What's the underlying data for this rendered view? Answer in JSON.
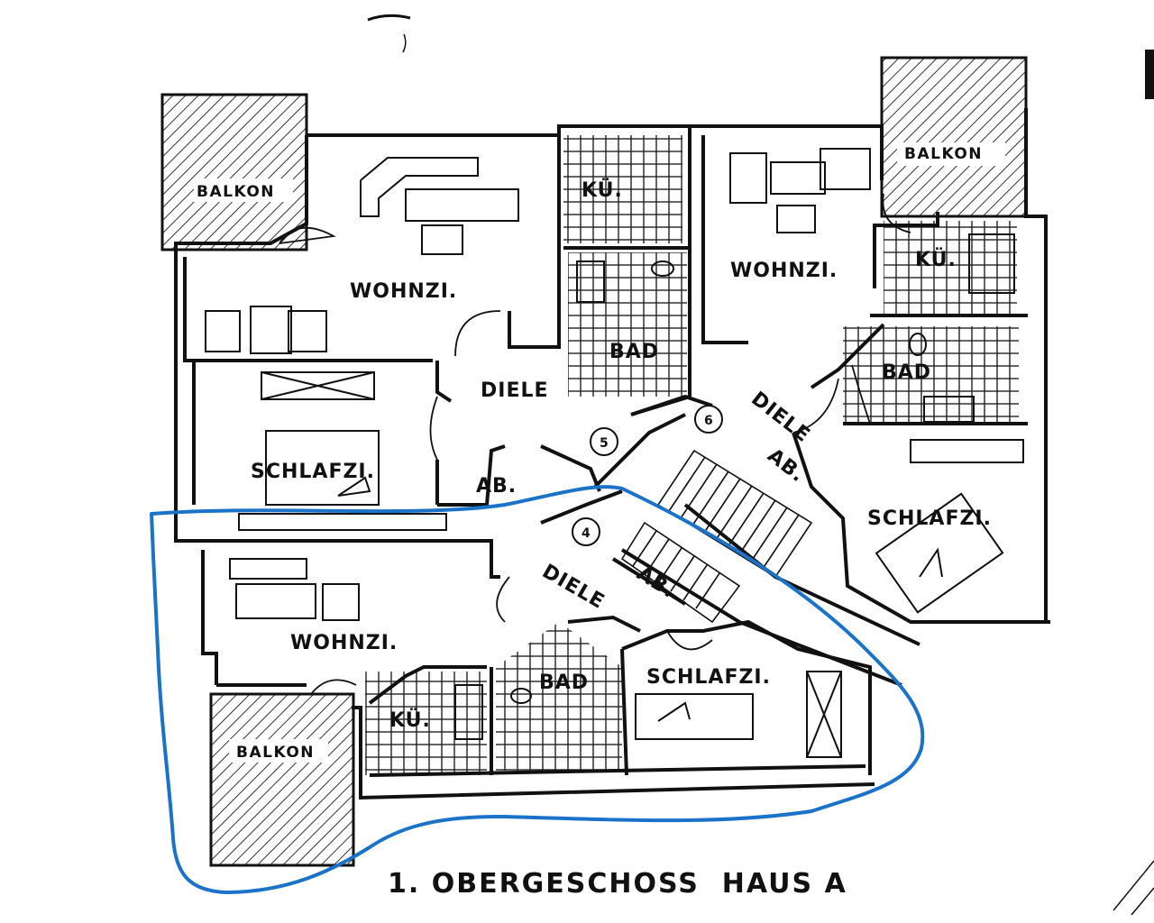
{
  "title": "1. OBERGESCHOSS  HAUS A",
  "rooms": {
    "balkon_nw": "BALKON",
    "balkon_ne": "BALKON",
    "balkon_sw": "BALKON",
    "wohnzi_1": "WOHNZI.",
    "wohnzi_2": "WOHNZI.",
    "wohnzi_3": "WOHNZI.",
    "kue_1": "KÜ.",
    "kue_2": "KÜ.",
    "kue_3": "KÜ.",
    "bad_1": "BAD",
    "bad_2": "BAD",
    "bad_3": "BAD",
    "diele_1": "DIELE",
    "diele_2": "DIELE",
    "diele_3": "DIELE",
    "schlafzi_1": "SCHLAFZI.",
    "schlafzi_2": "SCHLAFZI.",
    "schlafzi_3": "SCHLAFZI.",
    "ab_1": "AB.",
    "ab_2": "AB.",
    "ab_3": "AB."
  },
  "units": {
    "unit_4": "4",
    "unit_5": "5",
    "unit_6": "6"
  },
  "colors": {
    "highlight": "#1a73c9",
    "lines": "#111111"
  }
}
